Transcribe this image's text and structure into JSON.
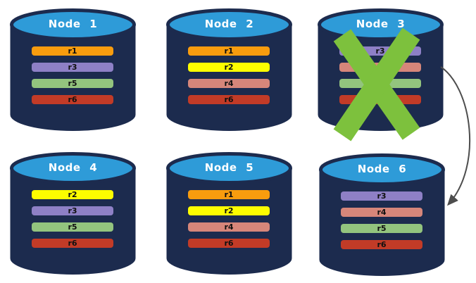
{
  "colors": {
    "background": "#FFFFFF",
    "cyl-body": "#1C2B4E",
    "cyl-top": "#2E9BD8",
    "title-text": "#FFFFFF",
    "bar-text": "#101010",
    "x-mark": "#7DC13D",
    "arrow": "#4D4D4D"
  },
  "nodes": [
    {
      "title": "Node 1",
      "bars": [
        {
          "label": "r1",
          "color": "#F89C0E"
        },
        {
          "label": "r3",
          "color": "#8E80C6"
        },
        {
          "label": "r5",
          "color": "#93C47E"
        },
        {
          "label": "r6",
          "color": "#C23B27"
        }
      ]
    },
    {
      "title": "Node 2",
      "bars": [
        {
          "label": "r1",
          "color": "#F89C0E"
        },
        {
          "label": "r2",
          "color": "#FDFD00"
        },
        {
          "label": "r4",
          "color": "#D6867A"
        },
        {
          "label": "r6",
          "color": "#C23B27"
        }
      ]
    },
    {
      "title": "Node 3",
      "failed": true,
      "bars": [
        {
          "label": "r3",
          "color": "#8E80C6"
        },
        {
          "label": "",
          "color": "#D6867A"
        },
        {
          "label": "",
          "color": "#93C47E"
        },
        {
          "label": "",
          "color": "#C23B27"
        }
      ]
    },
    {
      "title": "Node 4",
      "bars": [
        {
          "label": "r2",
          "color": "#FDFD00"
        },
        {
          "label": "r3",
          "color": "#8E80C6"
        },
        {
          "label": "r5",
          "color": "#93C47E"
        },
        {
          "label": "r6",
          "color": "#C23B27"
        }
      ]
    },
    {
      "title": "Node 5",
      "bars": [
        {
          "label": "r1",
          "color": "#F89C0E"
        },
        {
          "label": "r2",
          "color": "#FDFD00"
        },
        {
          "label": "r4",
          "color": "#D6867A"
        },
        {
          "label": "r6",
          "color": "#C23B27"
        }
      ]
    },
    {
      "title": "Node 6",
      "bars": [
        {
          "label": "r3",
          "color": "#8E80C6"
        },
        {
          "label": "r4",
          "color": "#D6867A"
        },
        {
          "label": "r5",
          "color": "#93C47E"
        },
        {
          "label": "r6",
          "color": "#C23B27"
        }
      ]
    }
  ],
  "annotations": {
    "failure_mark_on": "Node 3",
    "arrow_from": "Node 3",
    "arrow_to": "Node 6"
  }
}
